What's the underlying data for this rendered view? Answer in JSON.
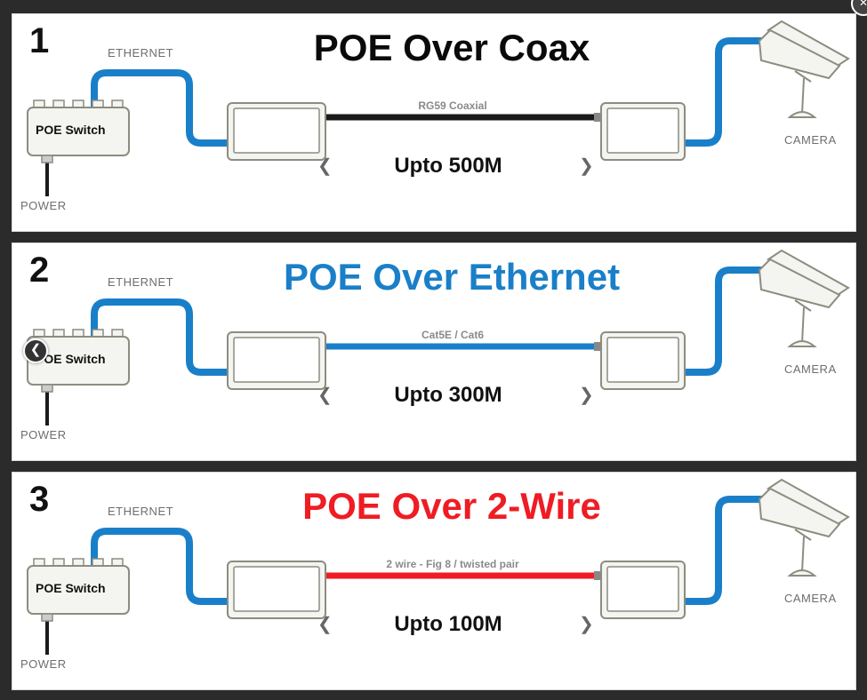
{
  "panels": [
    {
      "number": "1",
      "title": "POE Over Coax",
      "title_color": "#0a0a0a",
      "cable_label": "RG59 Coaxial",
      "cable_color": "#1a1a1a",
      "distance": "Upto 500M",
      "ethernet_label": "ETHERNET",
      "switch_label": "POE Switch",
      "power_label": "POWER",
      "camera_label": "CAMERA"
    },
    {
      "number": "2",
      "title": "POE Over Ethernet",
      "title_color": "#1a7fc9",
      "cable_label": "Cat5E / Cat6",
      "cable_color": "#1a7fc9",
      "distance": "Upto 300M",
      "ethernet_label": "ETHERNET",
      "switch_label": "POE Switch",
      "power_label": "POWER",
      "camera_label": "CAMERA"
    },
    {
      "number": "3",
      "title": "POE Over 2-Wire",
      "title_color": "#ef1c24",
      "cable_label": "2 wire - Fig 8 / twisted pair",
      "cable_color": "#ef1c24",
      "distance": "Upto 100M",
      "ethernet_label": "ETHERNET",
      "switch_label": "POE Switch",
      "power_label": "POWER",
      "camera_label": "CAMERA"
    }
  ],
  "colors": {
    "ethernet_cable": "#1a7fc9",
    "device_outline": "#8c8c80",
    "device_fill": "#f4f4f0"
  },
  "icons": {
    "switch": "poe-switch-icon",
    "converter": "converter-box-icon",
    "camera": "cctv-camera-icon",
    "nav_prev": "chevron-left-icon",
    "close": "close-icon"
  }
}
